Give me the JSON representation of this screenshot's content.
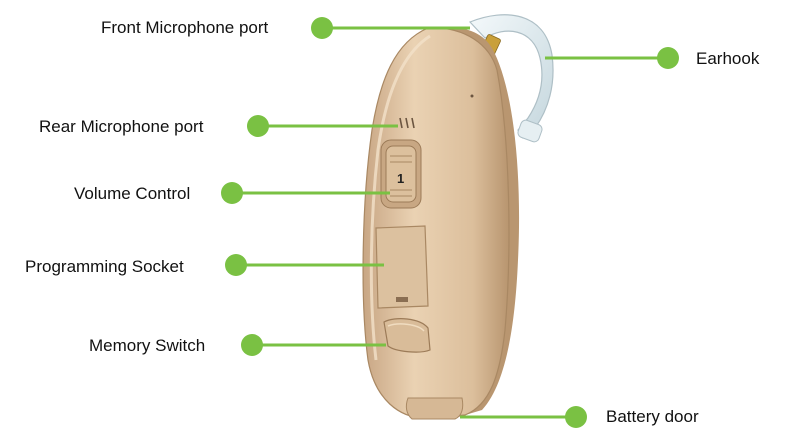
{
  "labels": {
    "front_mic": "Front Microphone port",
    "rear_mic": "Rear Microphone port",
    "volume": "Volume Control",
    "programming": "Programming Socket",
    "memory": "Memory Switch",
    "earhook": "Earhook",
    "battery": "Battery door"
  },
  "device": {
    "volume_value": "1"
  },
  "colors": {
    "callout_green": "#7ac143",
    "shell": "#e2c7a5",
    "shell_shadow": "#c9a987",
    "earhook": "#cfe0e6"
  }
}
